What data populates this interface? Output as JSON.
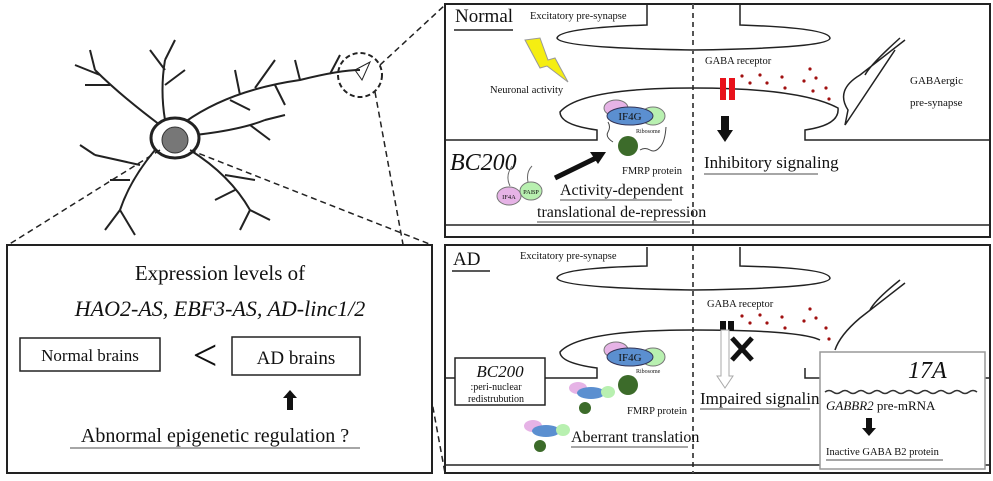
{
  "left_box": {
    "title": "Expression levels of",
    "genes": "HAO2-AS, EBF3-AS, AD-linc1/2",
    "normal_label": "Normal brains",
    "comparator": "<",
    "ad_label": "AD brains",
    "cause": "Abnormal epigenetic regulation ?"
  },
  "normal_panel": {
    "title": "Normal",
    "excitatory": "Excitatory pre-synapse",
    "neuronal_activity": "Neuronal activity",
    "gaba_receptor": "GABA receptor",
    "gabaergic_1": "GABAergic",
    "gabaergic_2": "pre-synapse",
    "if4g": "IF4G",
    "ribosome": "Ribosome",
    "fmrp": "FMRP protein",
    "bc200": "BC200",
    "if4a": "IF4A",
    "pabp": "PABP",
    "activity_1": "Activity-dependent",
    "activity_2": "translational de-repression",
    "inhibitory": "Inhibitory signaling"
  },
  "ad_panel": {
    "title": "AD",
    "excitatory": "Excitatory pre-synapse",
    "gaba_receptor": "GABA receptor",
    "if4g": "IF4G",
    "ribosome": "Ribosome",
    "fmrp": "FMRP protein",
    "bc200": "BC200",
    "bc200_note_1": ":peri-nuclear",
    "bc200_note_2": "redistrubution",
    "aberrant": "Aberrant translation",
    "impaired": "Impaired signaling",
    "lnc_17a": "17A",
    "gabbr2": "GABBR2",
    "premrna": " pre-mRNA",
    "inactive": "Inactive GABA B2 protein"
  },
  "colors": {
    "receptor_normal": "#e8121b",
    "receptor_ad": "#111111",
    "gaba_dots": "#a01010",
    "lightning": "#f5ee12",
    "if4g": "#5b8fd0",
    "pink": "#e6b3e6",
    "green": "#b8f0b0",
    "ribosome_dark": "#3c6b2a",
    "nucleus": "#777777"
  }
}
